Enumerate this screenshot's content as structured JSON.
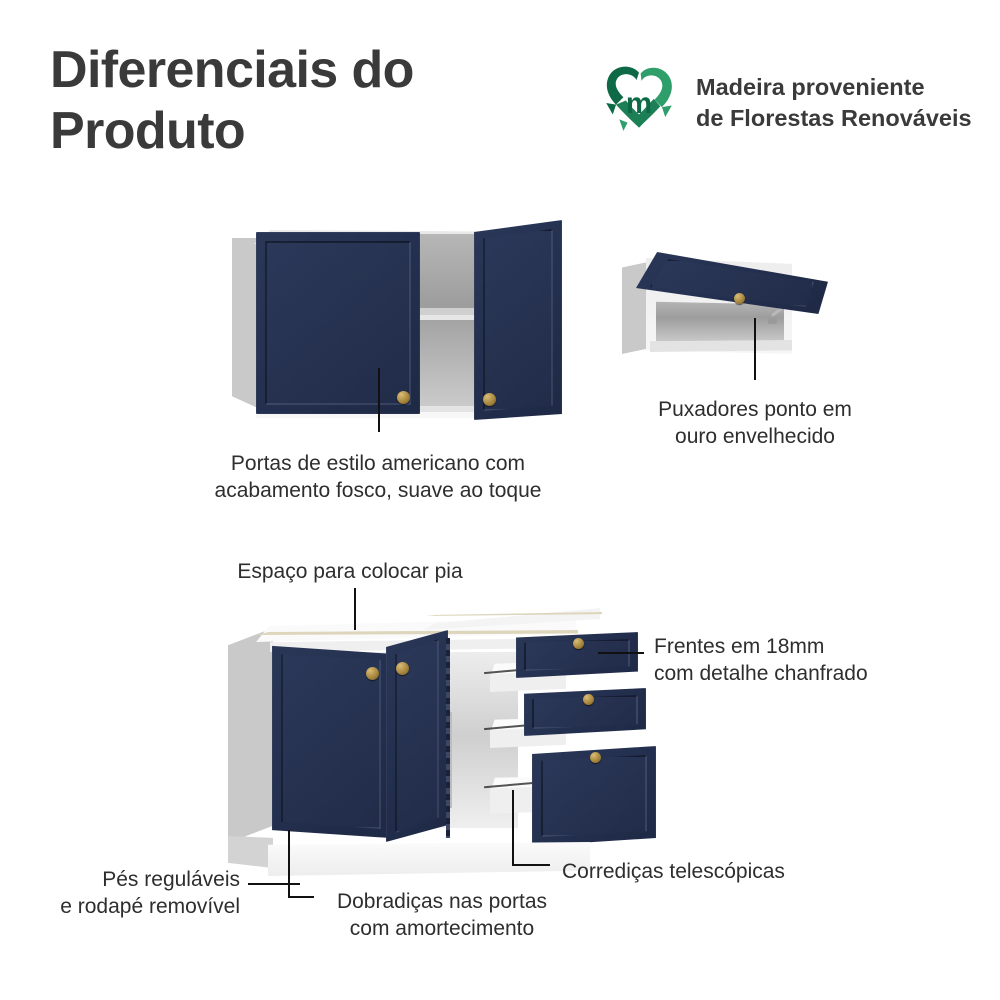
{
  "header": {
    "title": "Diferenciais do Produto",
    "eco_badge": {
      "logo_icon": "recycle-heart-wood-icon",
      "logo_letter": "m",
      "text": "Madeira proveniente\nde Florestas Renováveis"
    }
  },
  "colors": {
    "door_navy": "#232F4E",
    "door_navy_light": "#2B3859",
    "knob_gold": "#A9883F",
    "carcass_white": "#F2F2F2",
    "carcass_gray": "#C9C9C9",
    "text_dark": "#2E2E2E",
    "title_gray": "#3A3A3A",
    "eco_green_dark": "#0E6A46",
    "eco_green": "#2E9E6B",
    "leader_line": "#111111"
  },
  "illustrations": {
    "upper_cabinet_two_doors": {
      "name": "Armário aéreo 2 portas",
      "doors": 2,
      "knobs": 2,
      "open_door": "right"
    },
    "flip_up_cabinet": {
      "name": "Armário aéreo basculante",
      "doors": 1,
      "knobs": 1,
      "has_gas_strut": true
    },
    "base_cabinet": {
      "name": "Balcão com portas e gavetas",
      "doors": 2,
      "drawers": 3,
      "knobs": 5,
      "open_door": "right"
    }
  },
  "callouts": [
    {
      "id": "portas-americano",
      "text": "Portas de estilo americano com\nacabamento fosco, suave ao toque"
    },
    {
      "id": "puxadores-ouro",
      "text": "Puxadores ponto em\nouro envelhecido"
    },
    {
      "id": "espaco-pia",
      "text": "Espaço para colocar pia"
    },
    {
      "id": "frentes-18mm",
      "text": "Frentes em 18mm\ncom detalhe chanfrado"
    },
    {
      "id": "corredicas",
      "text": "Corrediças telescópicas"
    },
    {
      "id": "pes-reguláveis",
      "text": "Pés reguláveis\ne rodapé removível"
    },
    {
      "id": "dobradicas",
      "text": "Dobradiças nas portas\ncom amortecimento"
    }
  ]
}
